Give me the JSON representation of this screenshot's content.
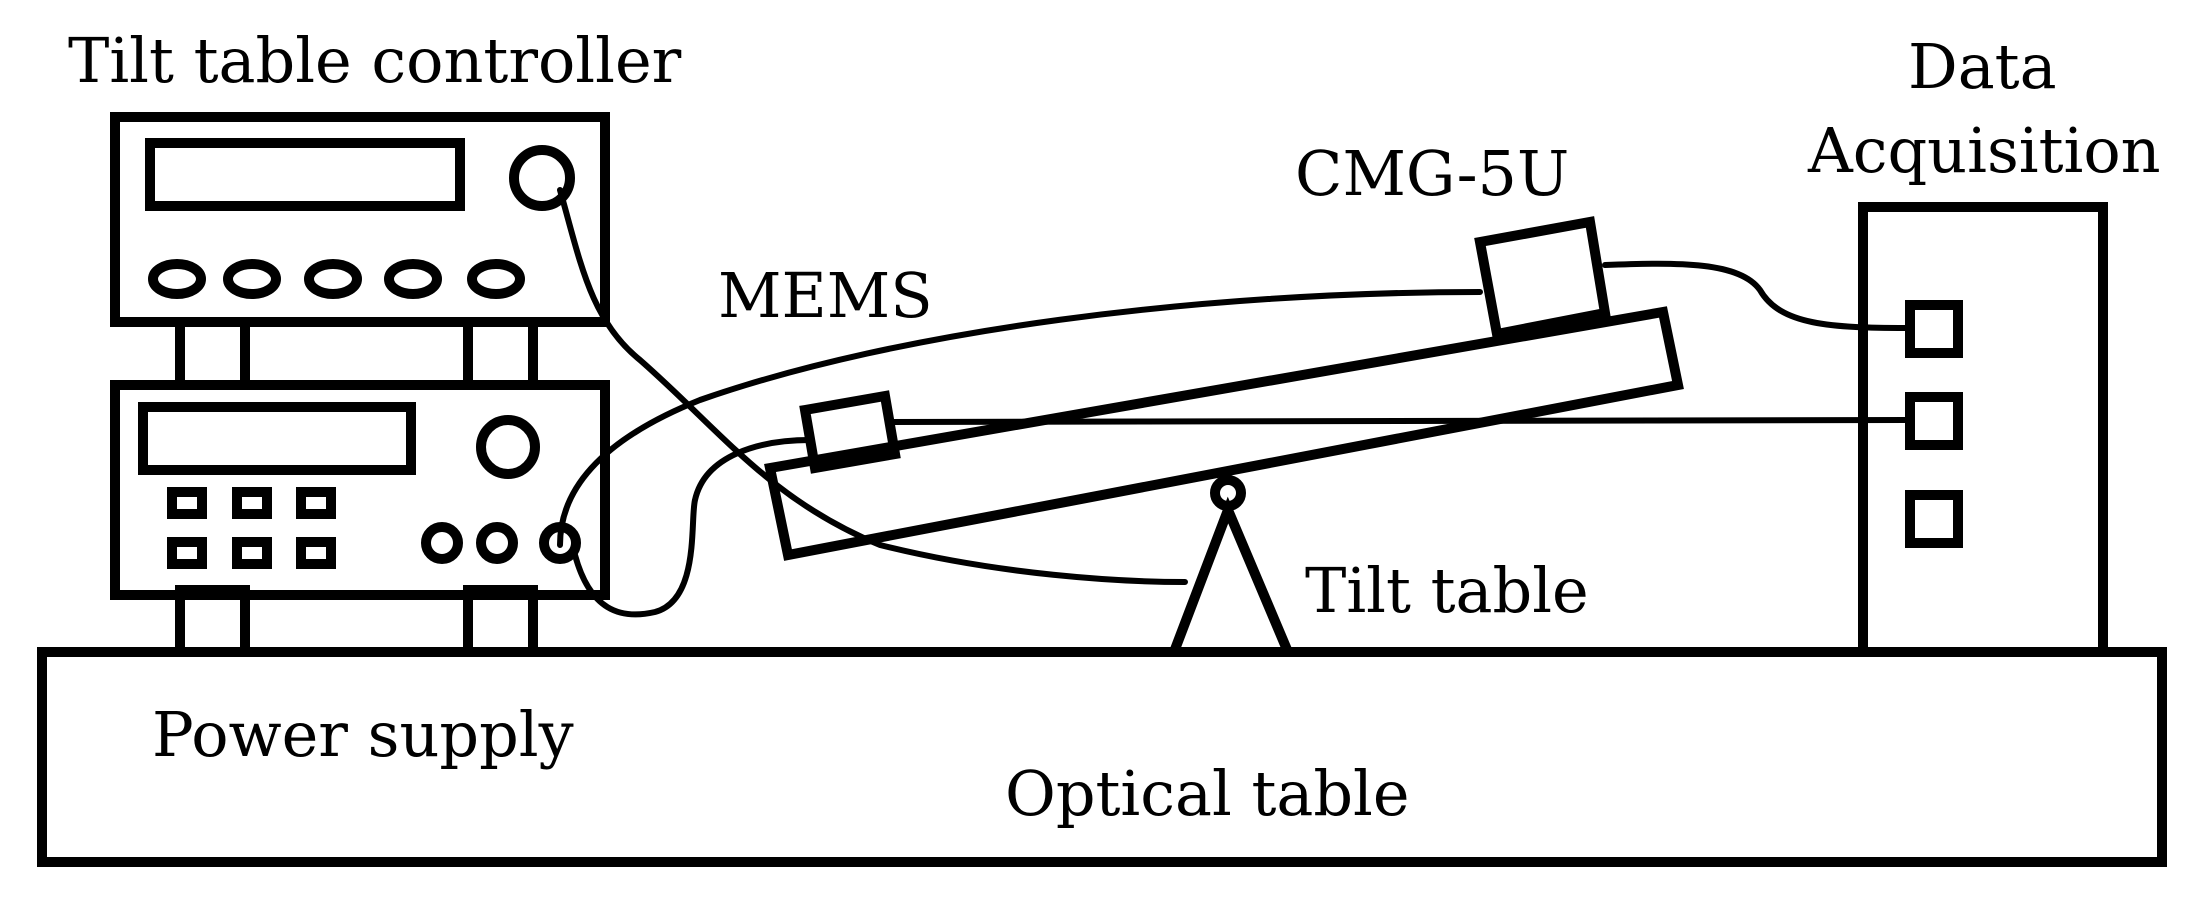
{
  "labels": {
    "tilt_table_controller": "Tilt table controller",
    "memS": "MEMS",
    "cmg": "CMG-5U",
    "data_acquisition_line1": "Data",
    "data_acquisition_line2": "Acquisition",
    "tilt_table": "Tilt table",
    "power_supply": "Power supply",
    "optical_table": "Optical table"
  }
}
